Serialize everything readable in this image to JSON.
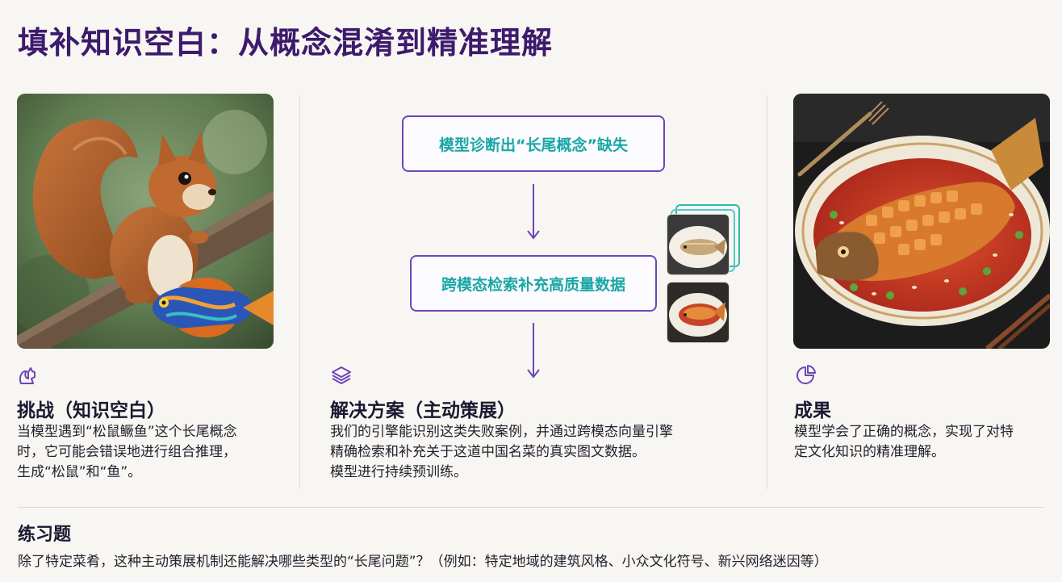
{
  "header": {
    "title": "填补知识空白：从概念混淆到精准理解"
  },
  "challenge": {
    "heading": "挑战（知识空白）",
    "lines": [
      "当模型遇到“松鼠鳜鱼”这个长尾概念",
      "时，它可能会错误地进行组合推理，",
      "生成“松鼠”和“鱼”。"
    ],
    "icon": "squirrel-icon"
  },
  "solution": {
    "flow_step_1": "模型诊断出“长尾概念”缺失",
    "flow_step_2": "跨模态检索补充高质量数据",
    "heading": "解决方案（主动策展）",
    "lines": [
      "我们的引擎能识别这类失败案例，并通过跨模态向量引擎",
      "精确检索和补充关于这道中国名菜的真实图文数据。",
      "模型进行持续预训练。"
    ],
    "icon": "layers-icon",
    "accent_border": "#6d45b8",
    "accent_text": "#1aa7a5"
  },
  "result": {
    "heading": "成果",
    "lines": [
      "模型学会了正确的概念，实现了对特",
      "定文化知识的精准理解。"
    ],
    "icon": "pie-chart-icon"
  },
  "exercise": {
    "heading": "练习题",
    "text": "除了特定菜肴，这种主动策展机制还能解决哪些类型的“长尾问题”？（例如：特定地域的建筑风格、小众文化符号、新兴网络迷因等）"
  },
  "colors": {
    "title": "#3d1a6d",
    "background": "#f8f6f2"
  }
}
